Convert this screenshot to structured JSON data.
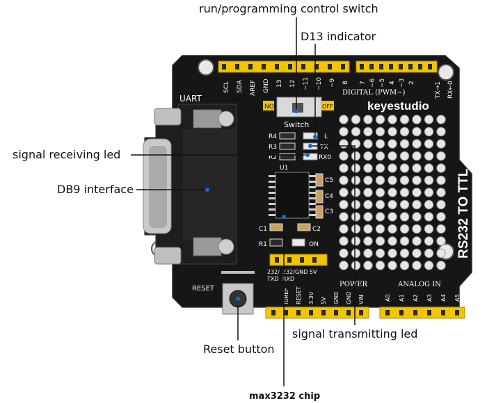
{
  "callouts": {
    "run_switch": "run/programming control switch",
    "d13": "D13 indicator",
    "rx_led": "signal receiving led",
    "db9": "DB9 interface",
    "reset": "Reset button",
    "chip": "max3232 chip",
    "tx_led": "signal transmitting led"
  },
  "board": {
    "brand": "keyestudio",
    "digital": "DIGITAL (PWM~)",
    "rs232": "RS232 TO TTL",
    "uart": "UART",
    "switch": "Switch",
    "no": "NO",
    "off": "OFF",
    "reset": "RESET",
    "power": "POWER",
    "analog": "ANALOG IN",
    "u1": "U1",
    "led_l": "L",
    "led_tx": "TX",
    "led_rx": "RX0",
    "led_on": "ON",
    "r4": "R4",
    "r3": "R3",
    "r2": "R2",
    "r1": "R1",
    "c1": "C1",
    "c2": "C2",
    "c3": "C3",
    "c4": "C4",
    "c5": "C5",
    "sel_a": "232/",
    "sel_b": "232/GND 5V",
    "sel_c": "TXD",
    "sel_d": "RXD",
    "top_pins": [
      "SCL",
      "SDA",
      "AREF",
      "GND",
      "13",
      "12",
      "~11",
      "~10",
      "~9",
      "8"
    ],
    "top_pins_right": [
      "7",
      "~6",
      "~5",
      "4",
      "~3",
      "2",
      "TX→1",
      "RX←0"
    ],
    "power_pins": [
      "IOREF",
      "RESET",
      "3.3V",
      "5V",
      "GND",
      "GND",
      "VIN"
    ],
    "analog_pins": [
      "A0",
      "A1",
      "A2",
      "A3",
      "A4",
      "A5"
    ]
  }
}
